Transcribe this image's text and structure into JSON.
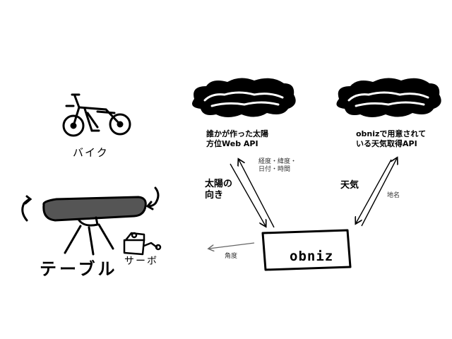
{
  "left": {
    "bike_label": "バイク",
    "table_label": "テーブル",
    "servo_label": "サーボ"
  },
  "right": {
    "api1": {
      "line1": "誰かが作った太陽",
      "line2": "方位Web API"
    },
    "api2": {
      "line1": "obnizで用意されて",
      "line2": "いる天気取得API"
    },
    "request1": {
      "line1": "経度・緯度・",
      "line2": "日付・時間"
    },
    "response1": {
      "line1": "太陽の",
      "line2": "向き"
    },
    "request2": "地名",
    "response2": "天気",
    "device": "obniz",
    "output": "角度"
  }
}
